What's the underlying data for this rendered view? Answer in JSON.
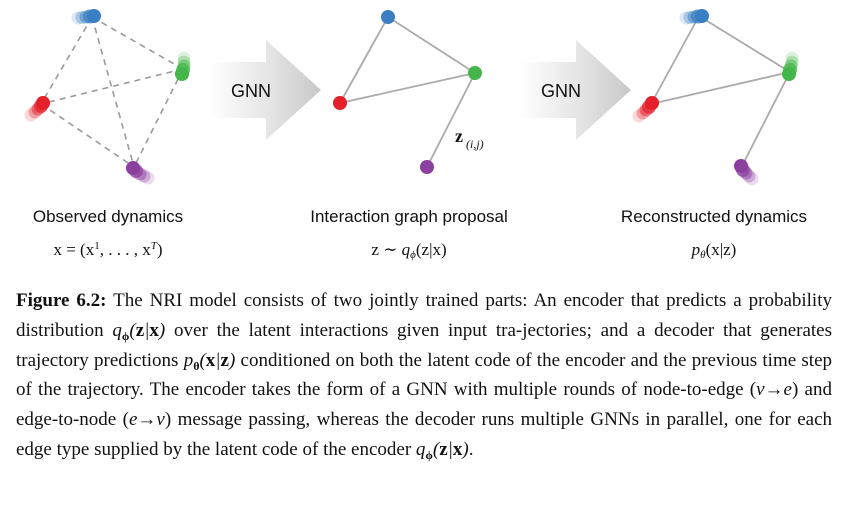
{
  "figure": {
    "arrow_label_1": "GNN",
    "arrow_label_2": "GNN",
    "edge_label": "z",
    "edge_label_sub": "(i,j)",
    "panels": [
      {
        "title": "Observed dynamics",
        "formula": "x = (x¹, . . . , xᵀ)"
      },
      {
        "title": "Interaction graph proposal",
        "formula": "z ∼ qϕ(z|x)"
      },
      {
        "title": "Reconstructed dynamics",
        "formula": "pθ(x|z)"
      }
    ],
    "node_colors": {
      "blue": "#3a7fc1",
      "green": "#44b54a",
      "red": "#e4202a",
      "purple": "#8b3f9f"
    }
  },
  "caption": {
    "label": "Figure 6.2:",
    "text_1": "The NRI model consists of two jointly trained parts: An encoder that predicts a probability distribution",
    "text_2": "over the latent interactions given input tra-­jectories; and a decoder that generates trajectory predictions",
    "text_3": "conditioned on both the latent code of the encoder and the previous time step of the trajectory. The encoder takes the form of a GNN with multiple rounds of node-to-edge (",
    "text_4": ") and edge-to-node (",
    "text_5": ") message passing, whereas the decoder runs multiple GNNs in parallel, one for each edge type supplied by the latent code of the encoder",
    "text_6": "."
  }
}
